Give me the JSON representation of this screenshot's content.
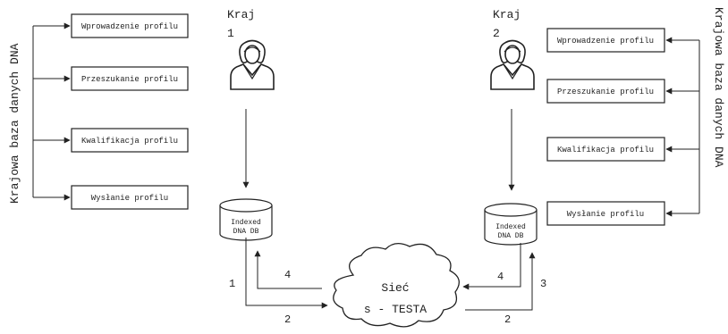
{
  "left_system": {
    "label": "Krajowa baza danych DNA",
    "steps": [
      "Wprowadzenie profilu",
      "Przeszukanie profilu",
      "Kwalifikacja profilu",
      "Wysłanie profilu"
    ]
  },
  "right_system": {
    "label": "Krajowa baza danych DNA",
    "steps": [
      "Wprowadzenie profilu",
      "Przeszukanie profilu",
      "Kwalifikacja profilu",
      "Wysłanie profilu"
    ]
  },
  "country1": {
    "label": "Kraj",
    "number": "1"
  },
  "country2": {
    "label": "Kraj",
    "number": "2"
  },
  "db1": {
    "line1": "Indexed",
    "line2": "DNA DB"
  },
  "db2": {
    "line1": "Indexed",
    "line2": "DNA DB"
  },
  "network": {
    "line1": "Sieć",
    "line2": "s - TESTA"
  },
  "flow_numbers": {
    "left_out": "1",
    "left_in": "4",
    "left_bottom": "2",
    "right_in": "4",
    "right_out": "3",
    "right_bottom": "2"
  }
}
